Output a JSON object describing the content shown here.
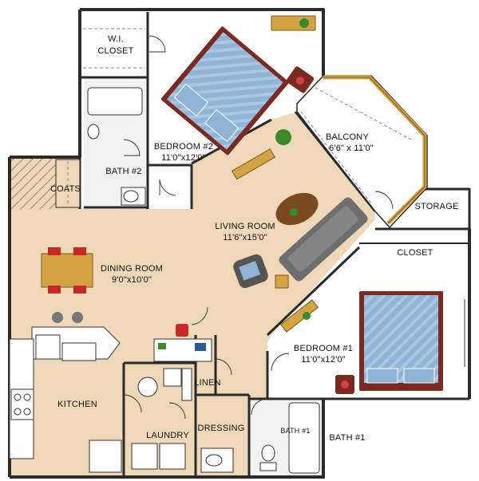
{
  "rooms": {
    "wi_closet": {
      "line1": "W.I.",
      "line2": "CLOSET"
    },
    "bedroom2": {
      "name": "BEDROOM #2",
      "size": "11'0\"x12'0\""
    },
    "bath2": {
      "name": "BATH #2"
    },
    "balcony": {
      "name": "BALCONY",
      "size": "6'6\" x 11'0\""
    },
    "coats": {
      "name": "COATS"
    },
    "storage": {
      "name": "STORAGE"
    },
    "living_room": {
      "name": "LIVING ROOM",
      "size": "11'6\"x15'0\""
    },
    "closet": {
      "name": "CLOSET"
    },
    "dining_room": {
      "name": "DINING ROOM",
      "size": "9'0\"x10'0\""
    },
    "bedroom1": {
      "name": "BEDROOM #1",
      "size": "11'0\"x12'0\""
    },
    "kitchen": {
      "name": "KITCHEN"
    },
    "linen": {
      "name": "LINEN"
    },
    "laundry": {
      "name": "LAUNDRY"
    },
    "dressing": {
      "name": "DRESSING"
    },
    "bath1_inner": {
      "name": "BATH #1"
    },
    "bath1_outer": {
      "name": "BATH #1"
    }
  },
  "colors": {
    "floor": "#eed8b8",
    "carpet": "#ffffff",
    "wall": "#2a2a2a",
    "bed_frame": "#7a2a20",
    "bed_cover": "#8fb4d4",
    "wood": "#d4a442",
    "sofa": "#6e6e6e",
    "chair": "#c62828",
    "tile": "#f2f2f2"
  }
}
